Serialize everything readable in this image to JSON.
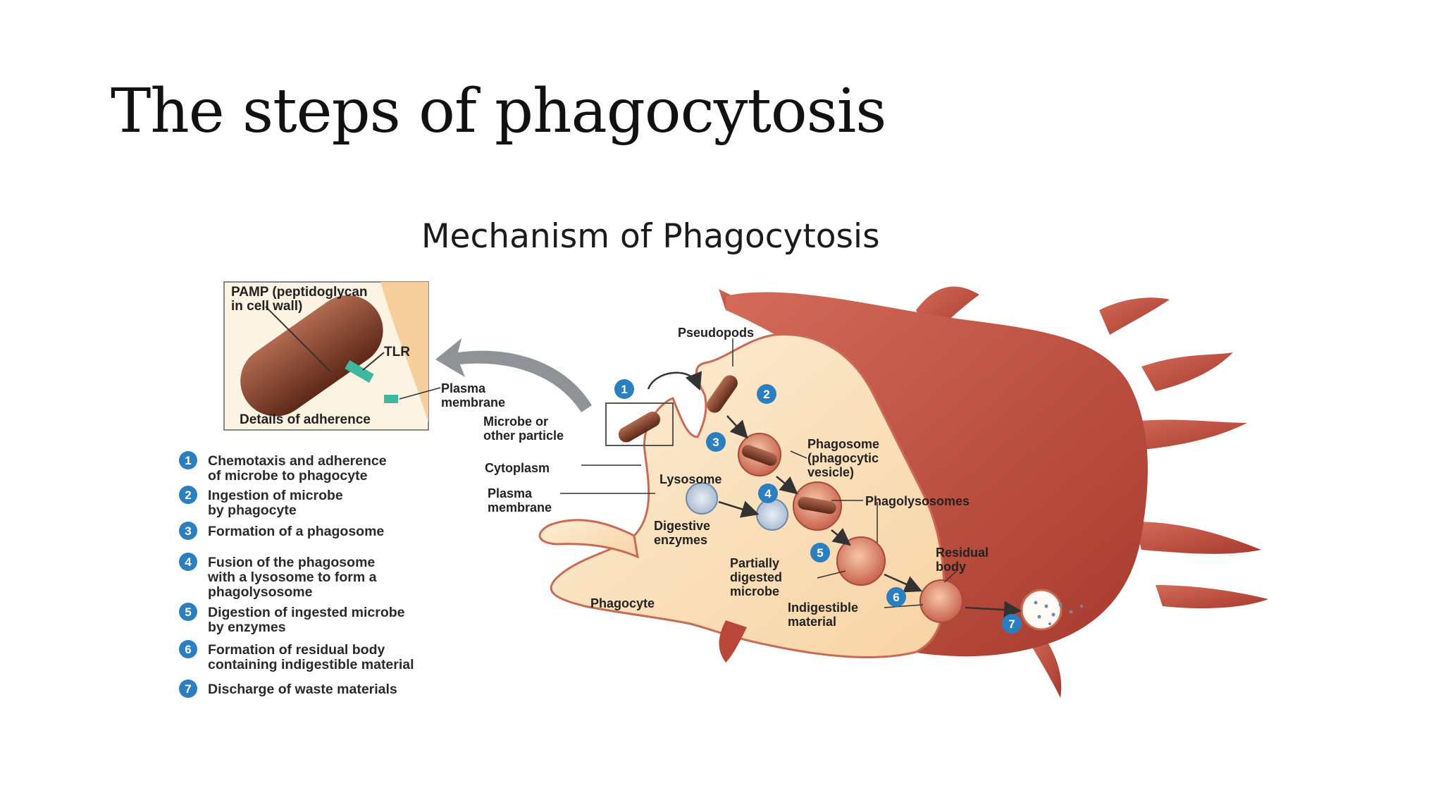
{
  "slide": {
    "title": "The steps of phagocytosis"
  },
  "diagram": {
    "title": "Mechanism of Phagocytosis",
    "inset": {
      "pamp_line1": "PAMP (peptidoglycan",
      "pamp_line2": "in cell wall)",
      "tlr": "TLR",
      "caption": "Details of adherence"
    },
    "labels": {
      "pseudopods": "Pseudopods",
      "plasma_membrane_top_1": "Plasma",
      "plasma_membrane_top_2": "membrane",
      "microbe_1": "Microbe or",
      "microbe_2": "other particle",
      "cytoplasm": "Cytoplasm",
      "plasma_membrane_1": "Plasma",
      "plasma_membrane_2": "membrane",
      "lysosome": "Lysosome",
      "digestive_1": "Digestive",
      "digestive_2": "enzymes",
      "phagosome_1": "Phagosome",
      "phagosome_2": "(phagocytic",
      "phagosome_3": "vesicle)",
      "phagolysosomes": "Phagolysosomes",
      "residual_1": "Residual",
      "residual_2": "body",
      "partial_1": "Partially",
      "partial_2": "digested",
      "partial_3": "microbe",
      "indigestible_1": "Indigestible",
      "indigestible_2": "material",
      "phagocyte": "Phagocyte"
    },
    "badges": [
      "1",
      "2",
      "3",
      "4",
      "5",
      "6",
      "7"
    ],
    "steps": [
      {
        "num": "1",
        "line1": "Chemotaxis and adherence",
        "line2": "of microbe to phagocyte"
      },
      {
        "num": "2",
        "line1": "Ingestion of microbe",
        "line2": "by phagocyte"
      },
      {
        "num": "3",
        "line1": "Formation of a phagosome"
      },
      {
        "num": "4",
        "line1": "Fusion of the phagosome",
        "line2": "with a lysosome to form a",
        "line3": "phagolysosome"
      },
      {
        "num": "5",
        "line1": "Digestion of ingested microbe",
        "line2": "by enzymes"
      },
      {
        "num": "6",
        "line1": "Formation of residual body",
        "line2": "containing indigestible material"
      },
      {
        "num": "7",
        "line1": "Discharge of waste materials"
      }
    ],
    "colors": {
      "cell_outer": "#b8473a",
      "cell_inner": "#fbe3bf",
      "microbe": "#7a3a28",
      "badge": "#2b7fc0",
      "tlr": "#3fb8a0"
    }
  }
}
